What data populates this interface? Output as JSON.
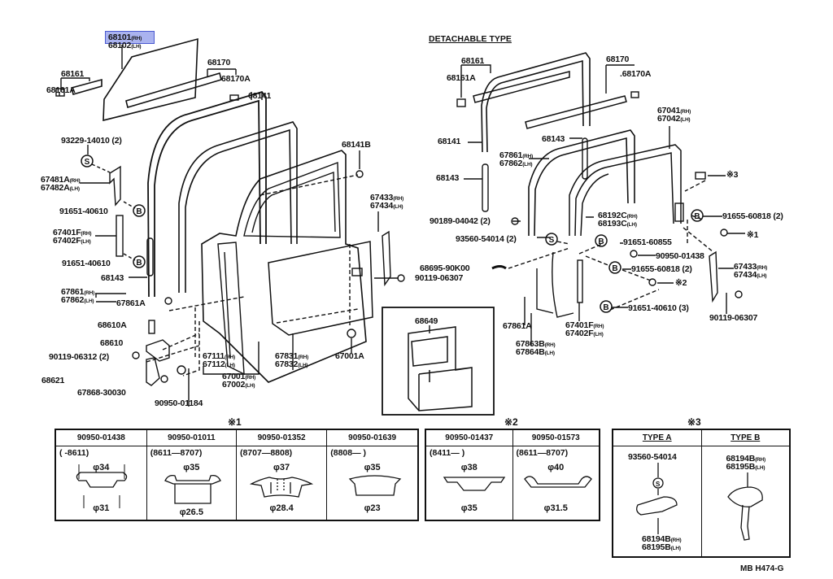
{
  "diagram_code": "MB H474-G",
  "detachable_title": "DETACHABLE TYPE",
  "callouts": [
    {
      "code": "68101",
      "sfx": "(RH)"
    },
    {
      "code": "68102",
      "sfx": "(LH)"
    },
    {
      "code": "68170",
      "sfx": ""
    },
    {
      "code": "68170A",
      "sfx": ""
    },
    {
      "code": "68161",
      "sfx": ""
    },
    {
      "code": "68161A",
      "sfx": ""
    },
    {
      "code": "68141",
      "sfx": ""
    },
    {
      "code": "93229-14010 (2)",
      "sfx": ""
    },
    {
      "code": "68141B",
      "sfx": ""
    },
    {
      "code": "67481A",
      "sfx": "(RH)"
    },
    {
      "code": "67482A",
      "sfx": "(LH)"
    },
    {
      "code": "67433",
      "sfx": "(RH)"
    },
    {
      "code": "67434",
      "sfx": "(LH)"
    },
    {
      "code": "91651-40610",
      "sfx": ""
    },
    {
      "code": "67401F",
      "sfx": "(RH)"
    },
    {
      "code": "67402F",
      "sfx": "(LH)"
    },
    {
      "code": "91651-40610",
      "sfx": ""
    },
    {
      "code": "68143",
      "sfx": ""
    },
    {
      "code": "67861",
      "sfx": "(RH)"
    },
    {
      "code": "67862",
      "sfx": "(LH)"
    },
    {
      "code": "67861A",
      "sfx": ""
    },
    {
      "code": "68610A",
      "sfx": ""
    },
    {
      "code": "68610",
      "sfx": ""
    },
    {
      "code": "90119-06312 (2)",
      "sfx": ""
    },
    {
      "code": "68621",
      "sfx": ""
    },
    {
      "code": "67868-30030",
      "sfx": ""
    },
    {
      "code": "90950-01184",
      "sfx": ""
    },
    {
      "code": "67111",
      "sfx": "(RH)"
    },
    {
      "code": "67112",
      "sfx": "(LH)"
    },
    {
      "code": "67001",
      "sfx": "(RH)"
    },
    {
      "code": "67002",
      "sfx": "(LH)"
    },
    {
      "code": "67831",
      "sfx": "(RH)"
    },
    {
      "code": "67832",
      "sfx": "(LH)"
    },
    {
      "code": "67001A",
      "sfx": ""
    },
    {
      "code": "68695-90K00",
      "sfx": ""
    },
    {
      "code": "90119-06307",
      "sfx": ""
    },
    {
      "code": "68649",
      "sfx": ""
    },
    {
      "code": "68161",
      "sfx": ""
    },
    {
      "code": "68161A",
      "sfx": ""
    },
    {
      "code": "68170",
      "sfx": ""
    },
    {
      "code": ".68170A",
      "sfx": ""
    },
    {
      "code": "68141",
      "sfx": ""
    },
    {
      "code": "68143",
      "sfx": ""
    },
    {
      "code": "67041",
      "sfx": "(RH)"
    },
    {
      "code": "67042",
      "sfx": "(LH)"
    },
    {
      "code": "67861",
      "sfx": "(RH)"
    },
    {
      "code": "67862",
      "sfx": "(LH)"
    },
    {
      "code": "68143",
      "sfx": ""
    },
    {
      "code": "※3",
      "sfx": ""
    },
    {
      "code": "90189-04042 (2)",
      "sfx": ""
    },
    {
      "code": "68192C",
      "sfx": "(RH)"
    },
    {
      "code": "68193C",
      "sfx": "(LH)"
    },
    {
      "code": "91655-60818 (2)",
      "sfx": ""
    },
    {
      "code": "※1",
      "sfx": ""
    },
    {
      "code": "93560-54014 (2)",
      "sfx": ""
    },
    {
      "code": "91651-60855",
      "sfx": ""
    },
    {
      "code": "90950-01438",
      "sfx": ""
    },
    {
      "code": "91655-60818 (2)",
      "sfx": ""
    },
    {
      "code": "67433",
      "sfx": "(RH)"
    },
    {
      "code": "67434",
      "sfx": "(LH)"
    },
    {
      "code": "※2",
      "sfx": ""
    },
    {
      "code": "91651-40610 (3)",
      "sfx": ""
    },
    {
      "code": "90119-06307",
      "sfx": ""
    },
    {
      "code": "67861A",
      "sfx": ""
    },
    {
      "code": "67401F",
      "sfx": "(RH)"
    },
    {
      "code": "67402F",
      "sfx": "(LH)"
    },
    {
      "code": "67863B",
      "sfx": "(RH)"
    },
    {
      "code": "67864B",
      "sfx": "(LH)"
    }
  ],
  "fastener_marks": {
    "screw": "S",
    "bolt": "B"
  },
  "table1": {
    "mark": "※1",
    "columns": [
      {
        "part": "90950-01438",
        "period": "(        -8611)",
        "outer": "φ34",
        "inner": "φ31"
      },
      {
        "part": "90950-01011",
        "period": "(8611—8707)",
        "outer": "φ35",
        "inner": "φ26.5"
      },
      {
        "part": "90950-01352",
        "period": "(8707—8808)",
        "outer": "φ37",
        "inner": "φ28.4"
      },
      {
        "part": "90950-01639",
        "period": "(8808—        )",
        "outer": "φ35",
        "inner": "φ23"
      }
    ]
  },
  "table2": {
    "mark": "※2",
    "columns": [
      {
        "part": "90950-01437",
        "period": "(8411—        )",
        "outer": "φ38",
        "inner": "φ35"
      },
      {
        "part": "90950-01573",
        "period": "(8611—8707)",
        "outer": "φ40",
        "inner": "φ31.5"
      }
    ]
  },
  "table3": {
    "mark": "※3",
    "type_a": {
      "label": "TYPE A",
      "screw": "93560-54014",
      "screw_mark": "S",
      "rh": "68194B",
      "rh_sfx": "(RH)",
      "lh": "68195B",
      "lh_sfx": "(LH)"
    },
    "type_b": {
      "label": "TYPE B",
      "rh": "68194B",
      "rh_sfx": "(RH)",
      "lh": "68195B",
      "lh_sfx": "(LH)"
    }
  }
}
